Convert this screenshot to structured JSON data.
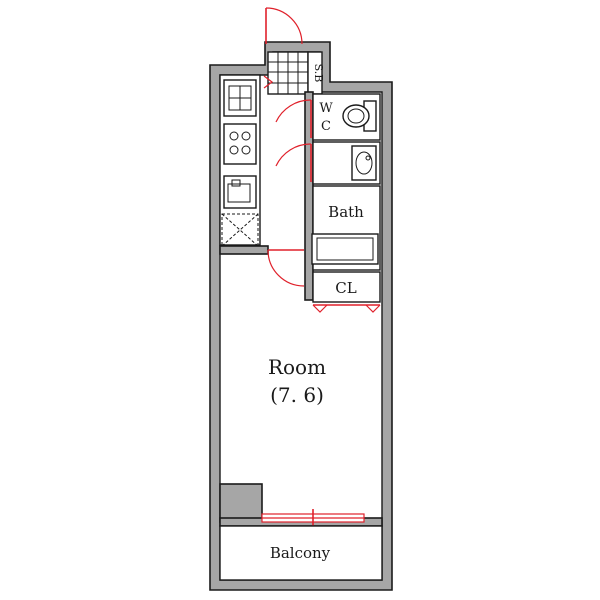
{
  "labels": {
    "room": "Room",
    "room_size": "(7. 6)",
    "balcony": "Balcony",
    "bath": "Bath",
    "closet": "CL",
    "wc_line1": "W",
    "wc_line2": "C",
    "shoe_box": "S.B"
  },
  "colors": {
    "wall": "#a6a6a6",
    "outline": "#1a1a1a",
    "door": "#e0212b"
  }
}
